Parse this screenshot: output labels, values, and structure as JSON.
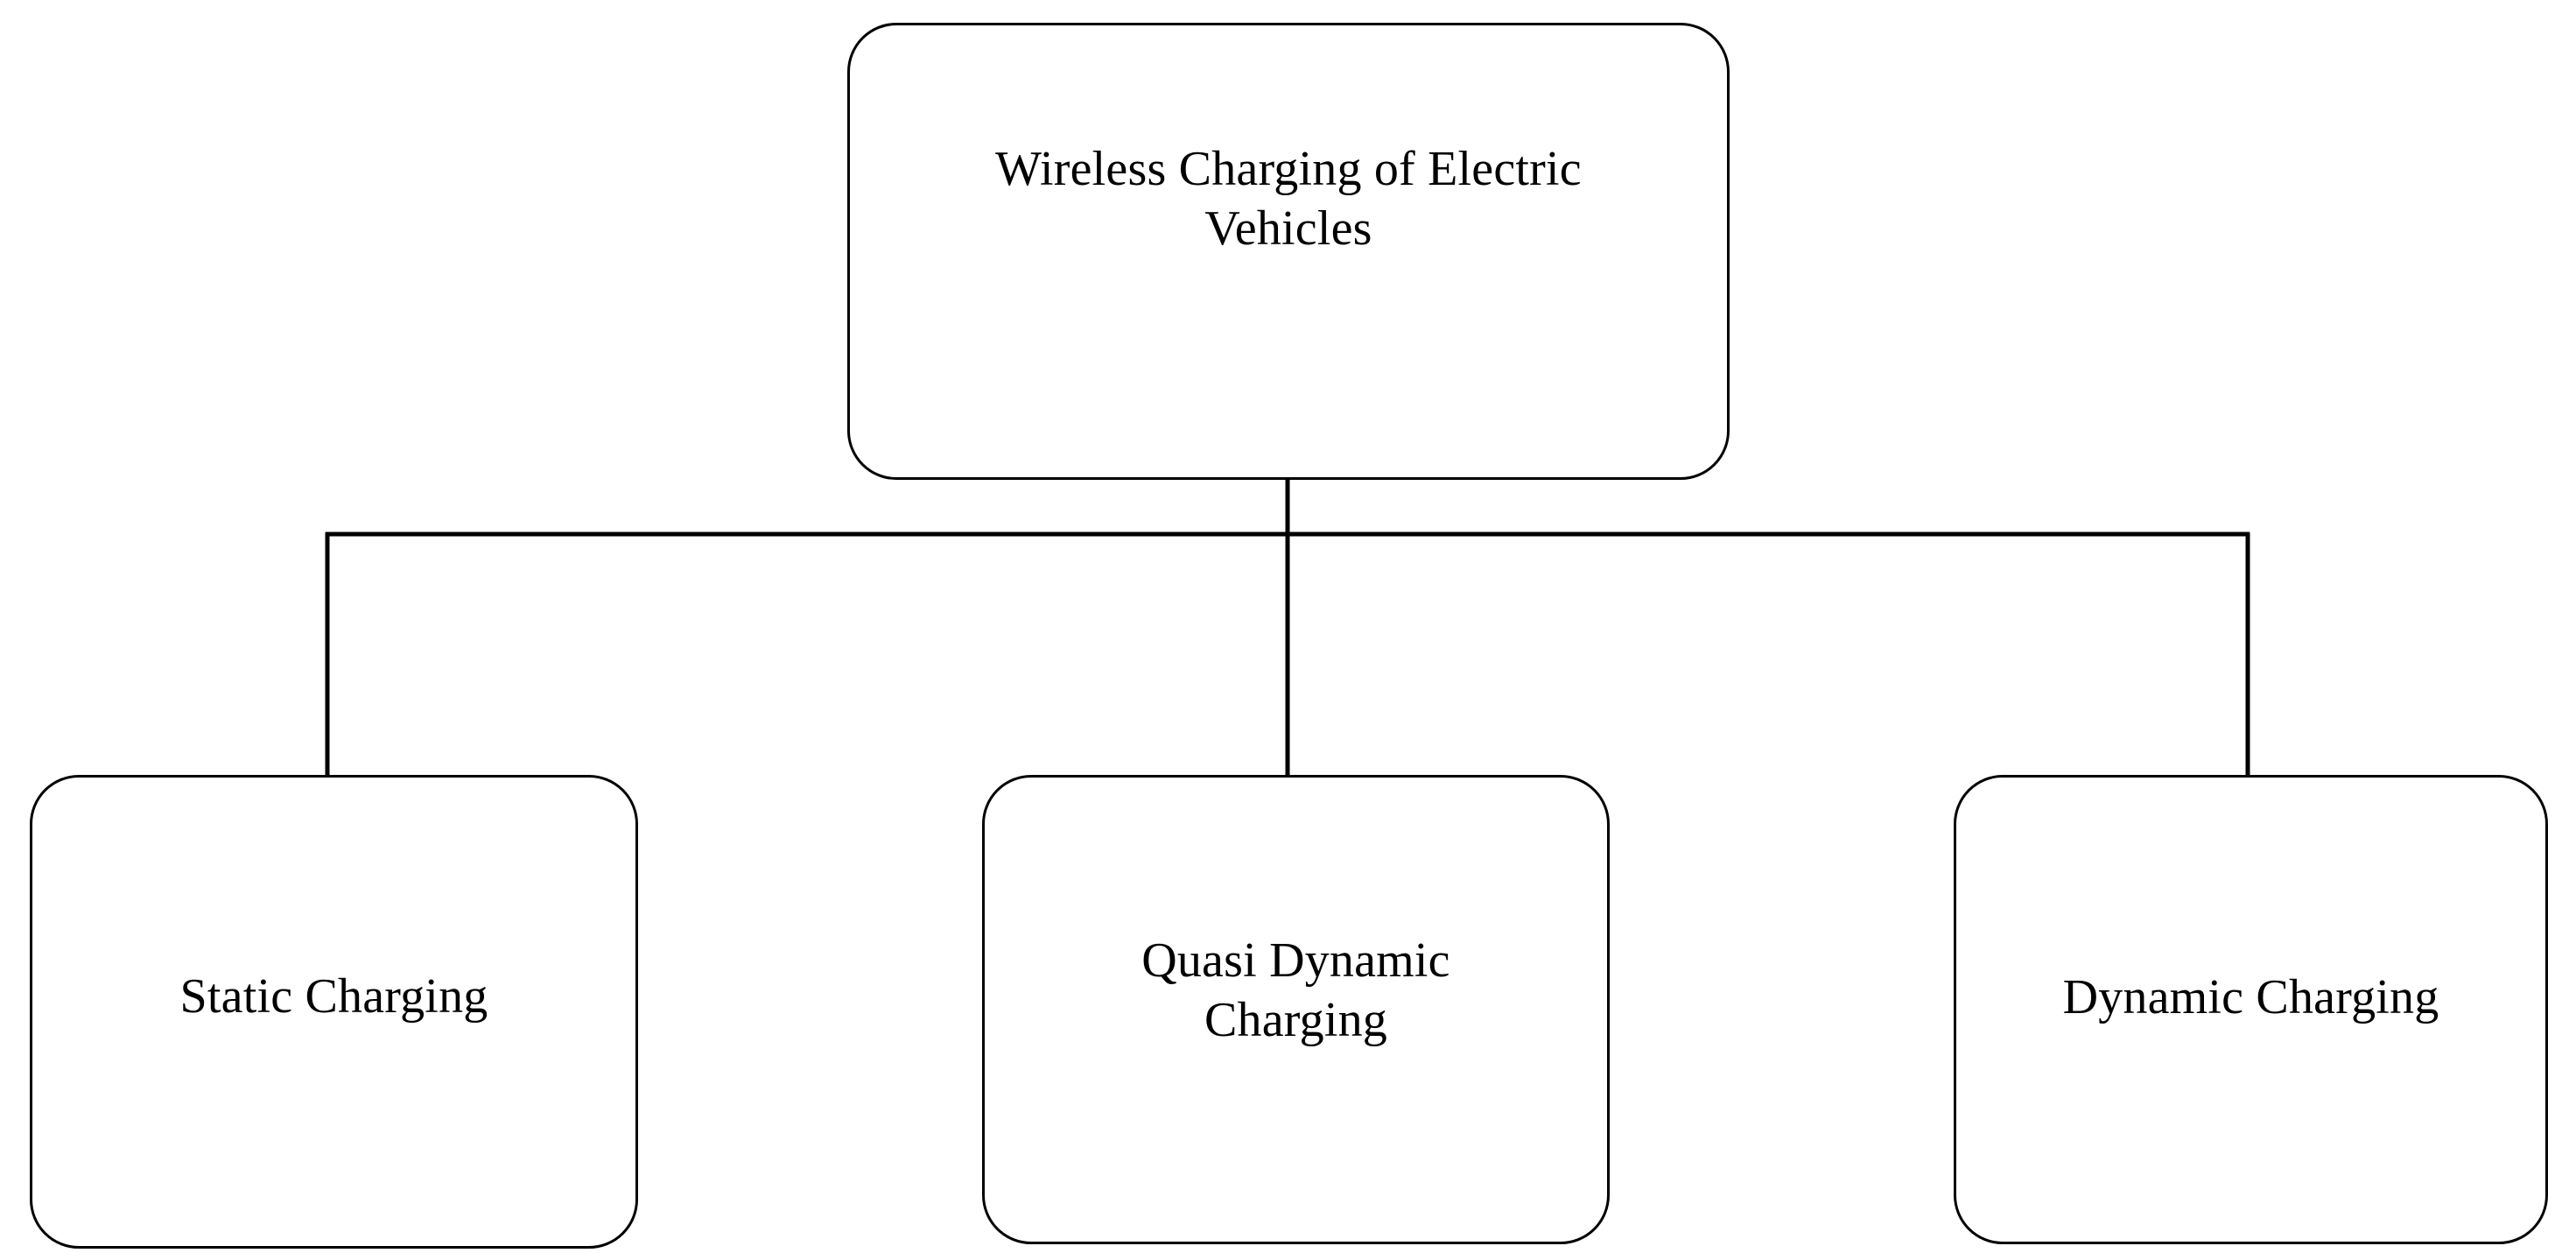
{
  "diagram": {
    "type": "tree",
    "orientation": "top-down",
    "background_color": "#ffffff",
    "line_color": "#000000",
    "text_color": "#000000",
    "root": {
      "id": "root",
      "label": "Wireless Charging of Electric\nVehicles"
    },
    "children": [
      {
        "id": "static",
        "label": "Static Charging"
      },
      {
        "id": "quasi",
        "label": "Quasi Dynamic\nCharging"
      },
      {
        "id": "dynamic",
        "label": "Dynamic Charging"
      }
    ],
    "edges": [
      {
        "from": "root",
        "to": "static",
        "style": "orthogonal"
      },
      {
        "from": "root",
        "to": "quasi",
        "style": "orthogonal"
      },
      {
        "from": "root",
        "to": "dynamic",
        "style": "orthogonal"
      }
    ]
  }
}
